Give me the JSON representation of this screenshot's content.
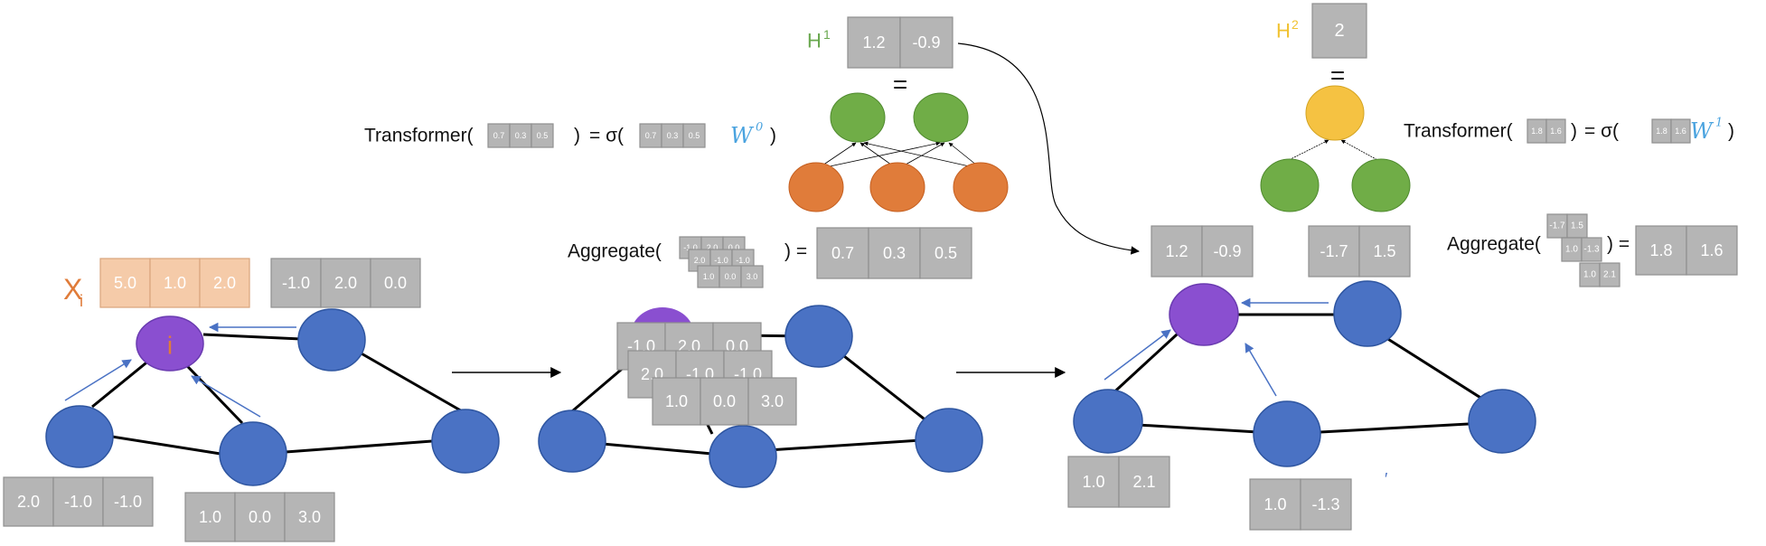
{
  "colors": {
    "gray_cell": "#b5b5b5",
    "gray_border": "#8f8f8f",
    "orange_cell": "#f5cba9",
    "orange_border": "#d9a47c",
    "blue_node": "#4a72c4",
    "blue_node_border": "#2e55a0",
    "purple_node": "#8a4fd0",
    "green_node": "#70ad47",
    "orange_node": "#e07c3a",
    "yellow_node": "#f5c242",
    "edge": "#000000",
    "arrow_blue": "#4a72c4",
    "h1_color": "#6aa84f",
    "h2_color": "#f1c232",
    "xi_color": "#e07c3a",
    "w_color": "#4aa3df"
  },
  "panel1": {
    "xi_label": "X",
    "xi_sub": "i",
    "node_label": "i",
    "xi_values": [
      "5.0",
      "1.0",
      "2.0"
    ],
    "neighbor_top_values": [
      "-1.0",
      "2.0",
      "0.0"
    ],
    "neighbor_left_values": [
      "2.0",
      "-1.0",
      "-1.0"
    ],
    "neighbor_bottom_values": [
      "1.0",
      "0.0",
      "3.0"
    ]
  },
  "panel2": {
    "stack": [
      [
        "-1.0",
        "2.0",
        "0.0"
      ],
      [
        "2.0",
        "-1.0",
        "-1.0"
      ],
      [
        "1.0",
        "0.0",
        "3.0"
      ]
    ]
  },
  "layer1": {
    "h_label": "H",
    "h_sup": "1",
    "h_values": [
      "1.2",
      "-0.9"
    ],
    "equals": "=",
    "transformer_label": "Transformer(",
    "transformer_close": ")",
    "transformer_eq": "= σ(",
    "transformer_in": [
      "0.7",
      "0.3",
      "0.5"
    ],
    "sigma_in": [
      "0.7",
      "0.3",
      "0.5"
    ],
    "w_label": "W",
    "w_sup": "0",
    "sigma_close": ")",
    "aggregate_label": "Aggregate(",
    "aggregate_close": ") =",
    "aggregate_stack": [
      [
        "-1.0",
        "2.0",
        "0.0"
      ],
      [
        "2.0",
        "-1.0",
        "-1.0"
      ],
      [
        "1.0",
        "0.0",
        "3.0"
      ]
    ],
    "aggregate_out": [
      "0.7",
      "0.3",
      "0.5"
    ]
  },
  "layer2": {
    "h_label": "H",
    "h_sup": "2",
    "h_values": [
      "2"
    ],
    "equals": "=",
    "transformer_label": "Transformer(",
    "transformer_close": ")",
    "transformer_eq": "= σ(",
    "transformer_in": [
      "1.8",
      "1.6"
    ],
    "sigma_in": [
      "1.8",
      "1.6"
    ],
    "w_label": "W",
    "w_sup": "1",
    "sigma_close": ")",
    "aggregate_label": "Aggregate(",
    "aggregate_close": ") =",
    "aggregate_stack": [
      [
        "-1.7",
        "1.5"
      ],
      [
        "1.0",
        "-1.3"
      ],
      [
        "1.0",
        "2.1"
      ]
    ],
    "aggregate_out": [
      "1.8",
      "1.6"
    ]
  },
  "panel3": {
    "purple_values": [
      "1.2",
      "-0.9"
    ],
    "top_right_values": [
      "-1.7",
      "1.5"
    ],
    "left_values": [
      "1.0",
      "2.1"
    ],
    "bottom_values": [
      "1.0",
      "-1.3"
    ],
    "tick_mark": "′"
  }
}
